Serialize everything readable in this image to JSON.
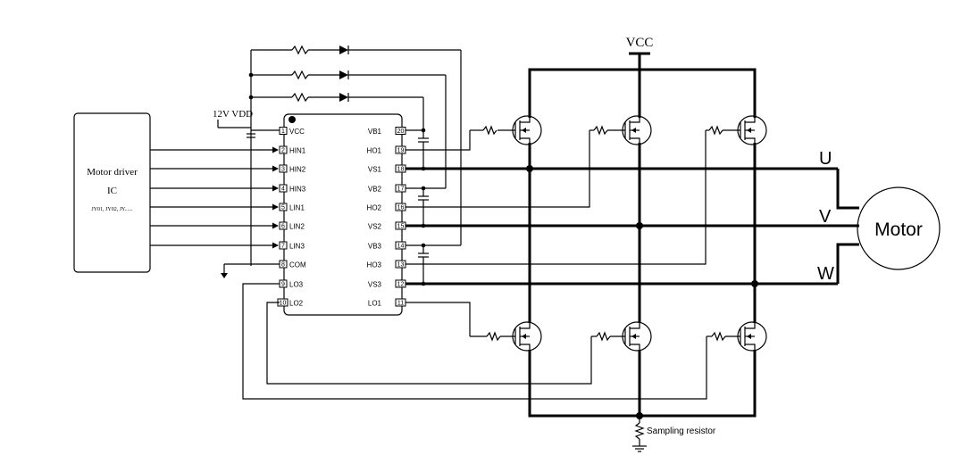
{
  "driver_box": {
    "title_line1": "Motor driver",
    "title_line2": "IC",
    "models": "JY01, JY02, JY......"
  },
  "supply": {
    "vdd_label": "12V VDD",
    "vcc_label": "VCC"
  },
  "chip": {
    "left_pins": [
      {
        "num": "1",
        "name": "VCC"
      },
      {
        "num": "2",
        "name": "HIN1"
      },
      {
        "num": "3",
        "name": "HIN2"
      },
      {
        "num": "4",
        "name": "HIN3"
      },
      {
        "num": "5",
        "name": "LIN1"
      },
      {
        "num": "6",
        "name": "LIN2"
      },
      {
        "num": "7",
        "name": "LIN3"
      },
      {
        "num": "8",
        "name": "COM"
      },
      {
        "num": "9",
        "name": "LO3"
      },
      {
        "num": "10",
        "name": "LO2"
      }
    ],
    "right_pins": [
      {
        "num": "20",
        "name": "VB1"
      },
      {
        "num": "19",
        "name": "HO1"
      },
      {
        "num": "18",
        "name": "VS1"
      },
      {
        "num": "17",
        "name": "VB2"
      },
      {
        "num": "16",
        "name": "HO2"
      },
      {
        "num": "15",
        "name": "VS2"
      },
      {
        "num": "14",
        "name": "VB3"
      },
      {
        "num": "13",
        "name": "HO3"
      },
      {
        "num": "12",
        "name": "VS3"
      },
      {
        "num": "11",
        "name": "LO1"
      }
    ]
  },
  "phases": {
    "u": "U",
    "v": "V",
    "w": "W"
  },
  "motor": {
    "label": "Motor"
  },
  "sampling": {
    "label": "Sampling resistor"
  }
}
